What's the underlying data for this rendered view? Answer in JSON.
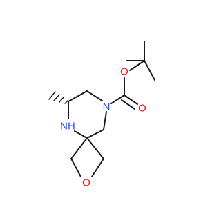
{
  "molecule": {
    "atoms": [
      {
        "id": "o_ester",
        "symbol": "O",
        "color": "#ff0d0d"
      },
      {
        "id": "o_carbonyl",
        "symbol": "O",
        "color": "#ff0d0d"
      },
      {
        "id": "n_ring",
        "symbol": "N",
        "color": "#3050f8"
      },
      {
        "id": "nh_ring",
        "symbol": "NH",
        "color": "#3050f8"
      },
      {
        "id": "o_oxetane",
        "symbol": "O",
        "color": "#ff0d0d"
      }
    ],
    "bond_color": "#1a1a1a"
  }
}
